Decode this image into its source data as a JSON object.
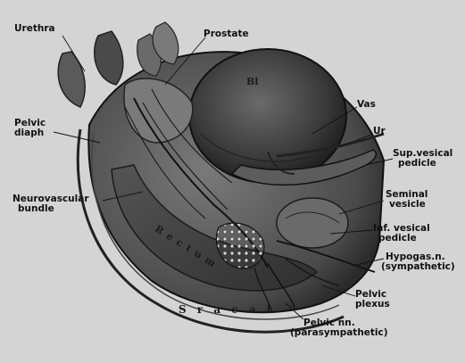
{
  "labels": {
    "urethra": "Urethra",
    "prostate": "Prostate",
    "bladder": "Bl",
    "vas": "Vas",
    "ureter": "Ur",
    "pelvic_diaph_1": "Pelvic",
    "pelvic_diaph_2": "diaph",
    "sup_vesical_1": "Sup.vesical",
    "sup_vesical_2": "pedicle",
    "neurovascular_1": "Neurovascular",
    "neurovascular_2": "bundle",
    "seminal_1": "Seminal",
    "seminal_2": "vesicle",
    "inf_vesical_1": "Inf. vesical",
    "inf_vesical_2": "pedicle",
    "rectum": "Rectum",
    "hypogas_1": "Hypogas.n.",
    "hypogas_2": "(sympathetic)",
    "pelvic_plexus_1": "Pelvic",
    "pelvic_plexus_2": "plexus",
    "pelvic_nn_1": "Pelvic nn.",
    "pelvic_nn_2": "(parasympathetic)",
    "sacral_letters": "S  r  a  c  a  l"
  },
  "colors": {
    "paper": "#d4d4d4",
    "ink": "#111111",
    "shade_dark": "#3a3a3a",
    "shade_mid": "#6b6b6b",
    "shade_light": "#a8a8a8"
  }
}
